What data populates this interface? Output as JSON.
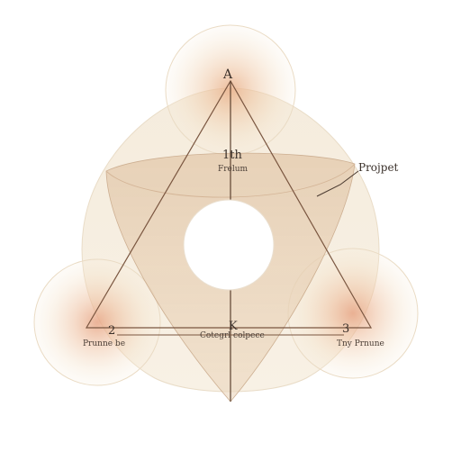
{
  "diagram": {
    "vertices": {
      "top": {
        "label": "A"
      },
      "left": {
        "label": "2",
        "caption": "Prunne be"
      },
      "right": {
        "label": "3",
        "caption": "Tny Prnune"
      }
    },
    "center": {
      "upper_label": "1th",
      "upper_caption": "Frelum",
      "lower_label": "K",
      "lower_caption": "Cotegrl colpece"
    },
    "callout": {
      "label": "Projpet"
    },
    "colors": {
      "background": "#ffffff",
      "lobe_fill": "#f7efe2",
      "blob_fill": "#f3e8d6",
      "inner_triangle_fill": "#e6cdb1",
      "glow": "#e8b48e",
      "line": "#7a5640",
      "center_hole": "#ffffff"
    }
  }
}
